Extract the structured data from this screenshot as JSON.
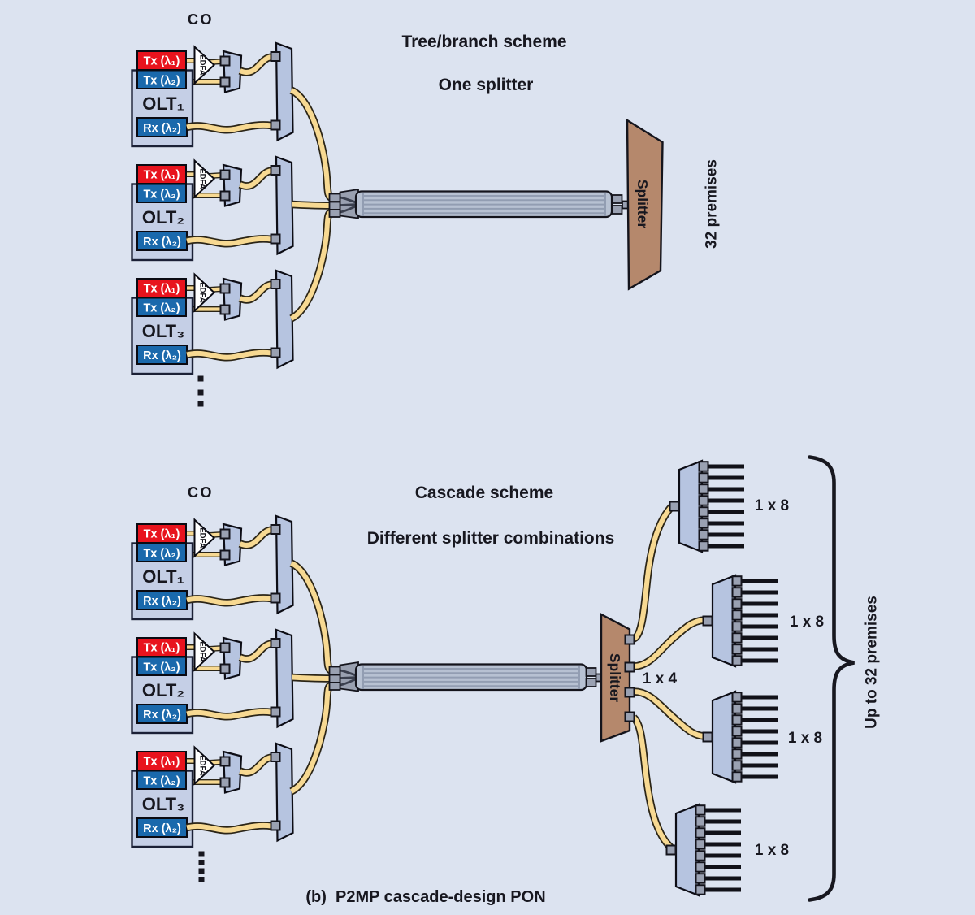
{
  "colors": {
    "background": "#dce3f0",
    "red_tx": "#e8131d",
    "blue_port": "#1a69ac",
    "trapezoid_blue": "#b6c4e0",
    "olt_box": "#c5cfe6",
    "splitter_brown": "#b5886c",
    "fiber_yellow": "#f7d992",
    "cable_gray": "#b7c1d2"
  },
  "co_label": "CO",
  "olt_module": {
    "tx1": "Tx (λ₁)",
    "tx2": "Tx (λ₂)",
    "rx": "Rx (λ₂)",
    "edfa": "EDFA"
  },
  "tree_scheme": {
    "title": "Tree/branch scheme",
    "subtitle": "One splitter",
    "olts": [
      "OLT₁",
      "OLT₂",
      "OLT₃"
    ],
    "splitter_label": "Splitter",
    "premises_label": "32 premises"
  },
  "cascade_scheme": {
    "title": "Cascade scheme",
    "subtitle": "Different splitter combinations",
    "olts": [
      "OLT₁",
      "OLT₂",
      "OLT₃"
    ],
    "splitter_label": "Splitter",
    "ratio_label": "1 x 4",
    "branch_labels": [
      "1 x 8",
      "1 x 8",
      "1 x 8",
      "1 x 8"
    ],
    "premises_label": "Up to 32 premises",
    "caption": "(b)  P2MP cascade-design PON"
  }
}
